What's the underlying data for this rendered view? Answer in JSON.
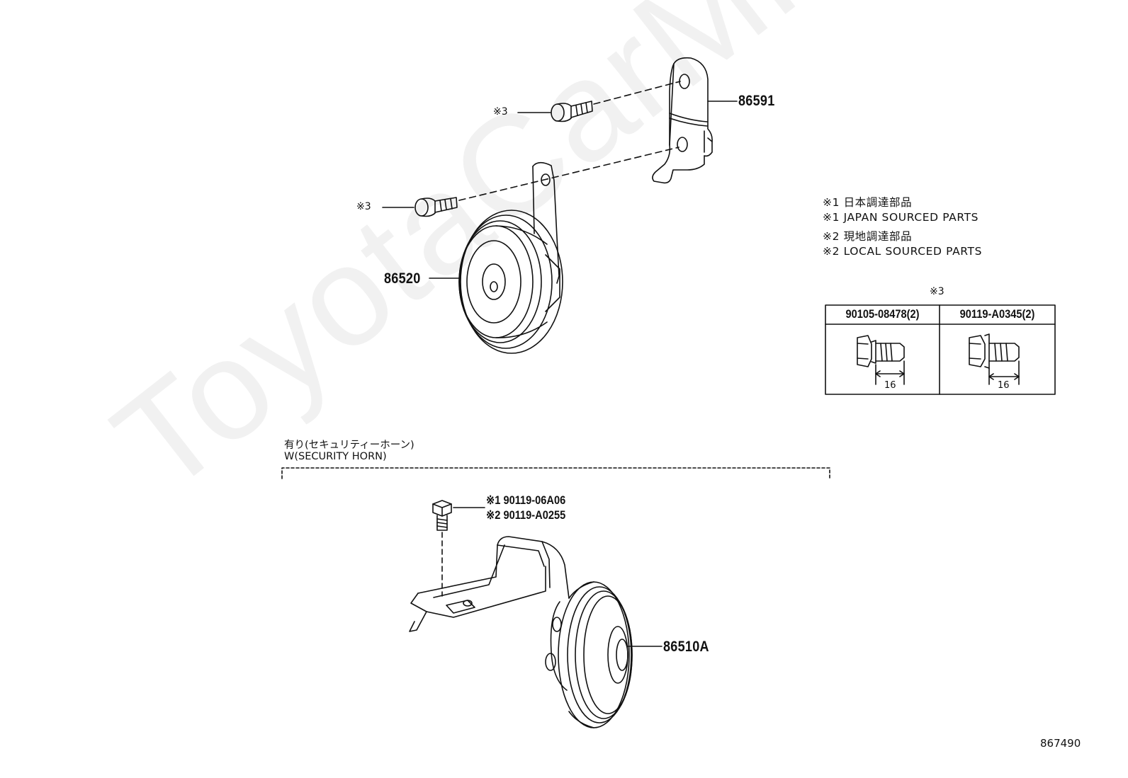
{
  "watermark": "ToyotaCarMine.ru",
  "parts": {
    "bracket_upper": "86591",
    "horn_upper": "86520",
    "horn_security": "86510A"
  },
  "refs": {
    "bolt_upper_a": "※3",
    "bolt_upper_b": "※3"
  },
  "notes": [
    "※1 日本調達部品",
    "※1 JAPAN SOURCED PARTS",
    "※2 現地調達部品",
    "※2 LOCAL SOURCED PARTS"
  ],
  "bolt_table": {
    "title": "※3",
    "columns": [
      {
        "code": "90105-08478(2)",
        "length": "16"
      },
      {
        "code": "90119-A0345(2)",
        "length": "16"
      }
    ]
  },
  "security_section": {
    "label_jp": "有り(セキュリティーホーン)",
    "label_en": "W(SECURITY HORN)",
    "bolt_1": "※1  90119-06A06",
    "bolt_2": "※2  90119-A0255"
  },
  "illustration_number": "867490"
}
